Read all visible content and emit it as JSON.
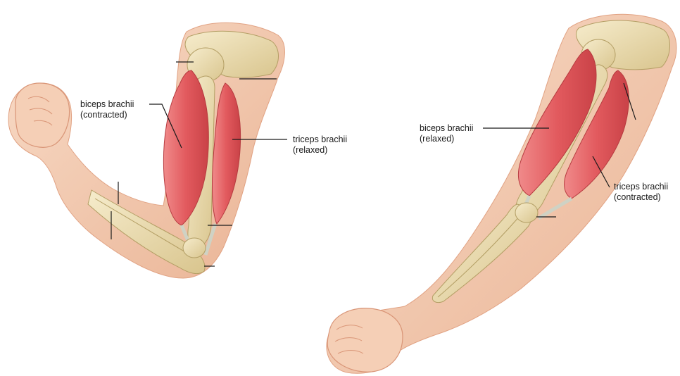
{
  "left_arm": {
    "biceps_label": {
      "line1": "biceps brachii",
      "line2": "(contracted)"
    },
    "triceps_label": {
      "line1": "triceps brachii",
      "line2": "(relaxed)"
    }
  },
  "right_arm": {
    "biceps_label": {
      "line1": "biceps brachii",
      "line2": "(relaxed)"
    },
    "triceps_label": {
      "line1": "triceps brachii",
      "line2": "(contracted)"
    }
  },
  "colors": {
    "skin": "#f4c9ad",
    "skin_shadow": "#e6a98a",
    "muscle": "#e0595c",
    "muscle_highlight": "#f08a8a",
    "bone": "#eee2b8",
    "tendon": "#d9dcd0",
    "leader_line": "#1a1a1a"
  }
}
